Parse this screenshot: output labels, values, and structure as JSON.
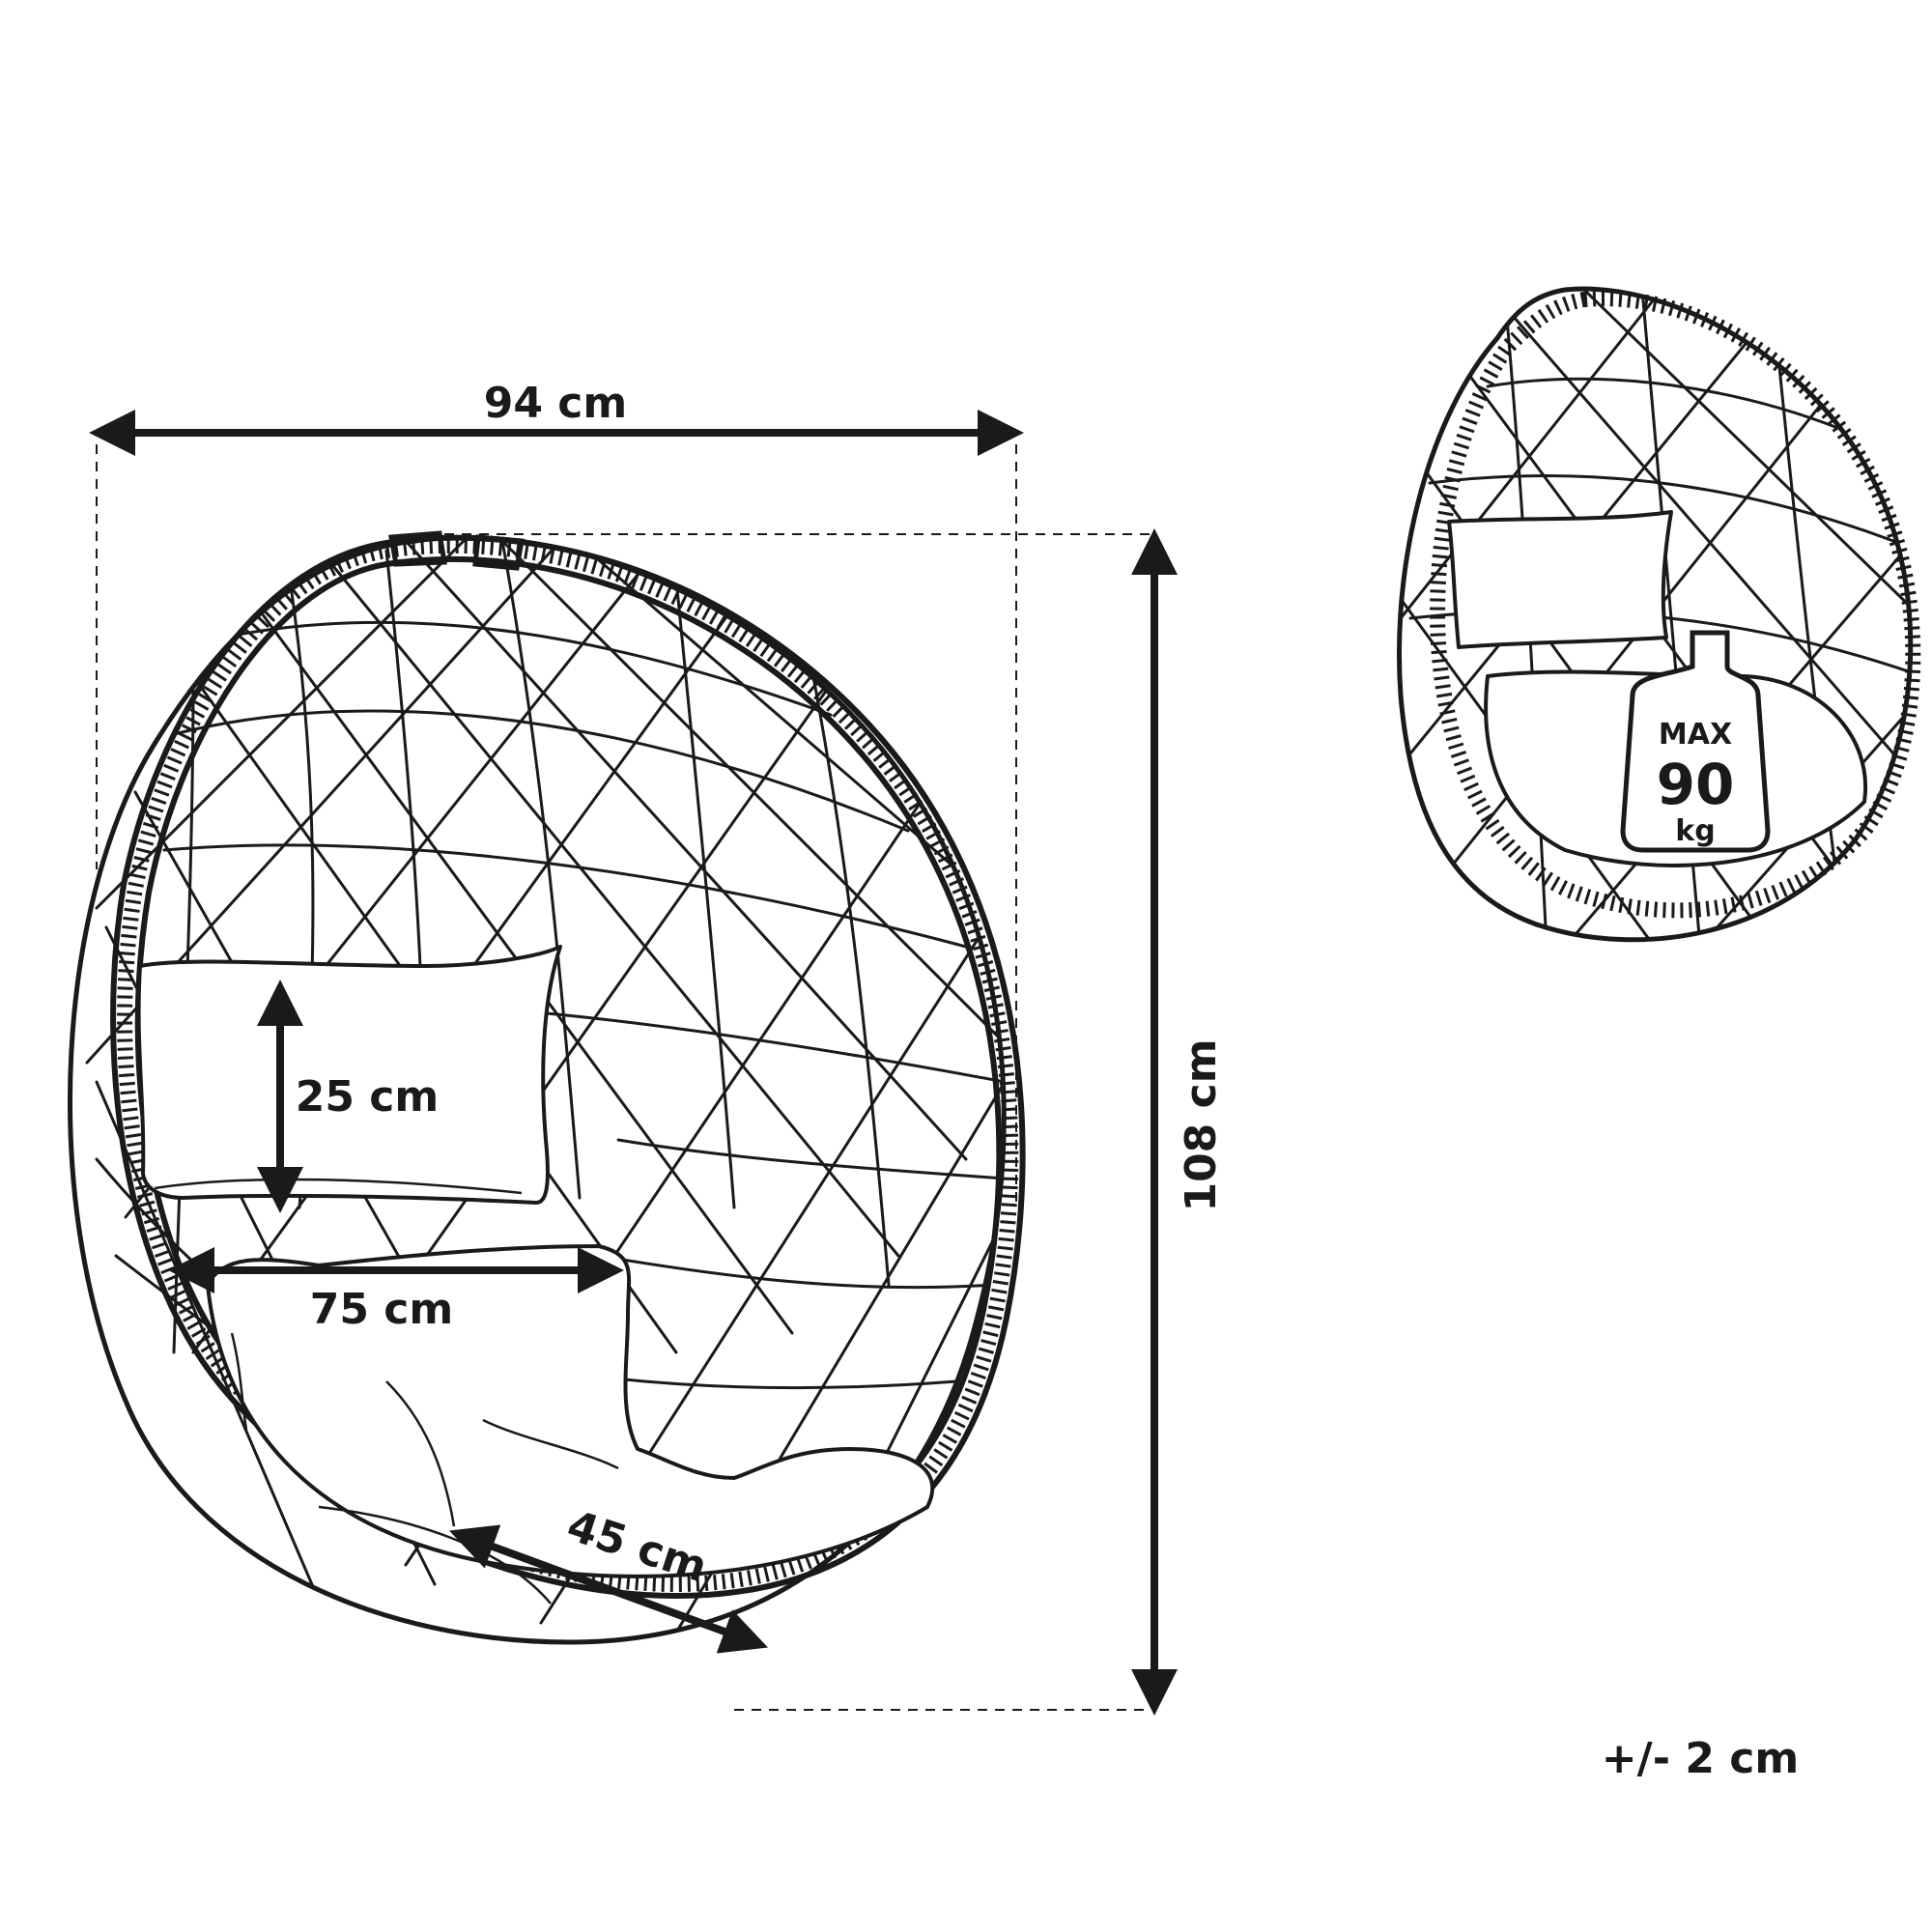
{
  "dimensions": {
    "width": "94 cm",
    "height": "108 cm",
    "pillow_height": "25 cm",
    "seat_width": "75 cm",
    "seat_depth": "45 cm"
  },
  "tolerance": "+/- 2 cm",
  "weight_badge": {
    "line1": "MAX",
    "line2": "90",
    "line3": "kg"
  }
}
